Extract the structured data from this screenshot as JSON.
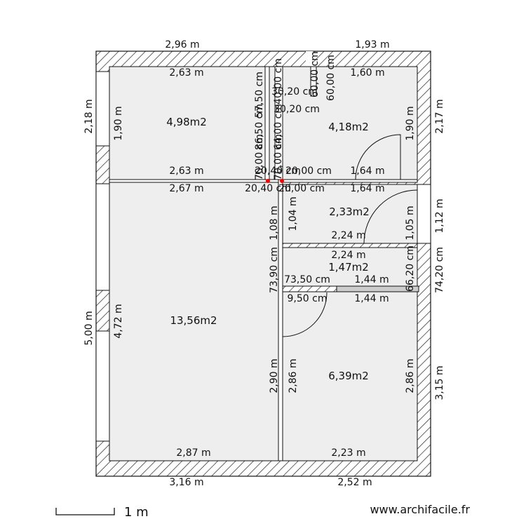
{
  "plan": {
    "rooms": [
      {
        "id": "room-top-left",
        "area": "4,98m2"
      },
      {
        "id": "room-top-right",
        "area": "4,18m2"
      },
      {
        "id": "room-mid-right",
        "area": "2,33m2"
      },
      {
        "id": "room-small-right",
        "area": "1,47m2"
      },
      {
        "id": "room-large-left",
        "area": "13,56m2"
      },
      {
        "id": "room-bottom-right",
        "area": "6,39m2"
      }
    ],
    "dimensions": {
      "top_left_outer": "2,96 m",
      "top_right_outer": "1,93 m",
      "bottom_left_outer": "3,16 m",
      "bottom_right_outer": "2,52 m",
      "left_top_outer": "2,18 m",
      "left_bottom_outer": "5,00 m",
      "right_top_outer": "2,17 m",
      "right_mid_outer": "1,12 m",
      "right_lower_outer": "74,20 cm",
      "right_bottom_outer": "3,15 m",
      "tl_top": "2,63 m",
      "tl_bottom": "2,63 m",
      "tl_left": "1,90 m",
      "tr_top": "1,60 m",
      "tr_bottom": "1,64 m",
      "tr_right": "1,90 m",
      "mr_top": "1,64 m",
      "mr_bottom": "2,24 m",
      "mr_left": "1,04 m",
      "mr_right": "1,05 m",
      "sr_top": "2,24 m",
      "sr_right": "66,20 cm",
      "sr_closet_top": "1,44 m",
      "sr_closet_bottom": "1,44 m",
      "sr_left_top": "73,50 cm",
      "sr_left_bottom": "9,50 cm",
      "ll_top": "2,67 m",
      "ll_bottom": "2,87 m",
      "ll_left": "4,72 m",
      "ll_right_upper": "1,08 m",
      "ll_right_lower": "73,90 cm",
      "ll_right_bottom": "2,90 m",
      "br_bottom": "2,23 m",
      "br_left": "2,86 m",
      "br_right": "2,86 m",
      "corr_w_upper": "20,40 cm",
      "corr_w_lower": "20,40 cm",
      "corr_h1": "20,00 cm",
      "corr_h2": "20,00 cm",
      "corr_v1": "70,00 cm",
      "corr_v2": "70,00 cm",
      "corr_v3": "86,50 cm",
      "corr_v4": "64,00 cm",
      "corr_v5": "57,50 cm",
      "corr_v6": "40,00 cm",
      "notch_a": "60,00 cm",
      "notch_b": "60,00 cm",
      "notch_c": "30,20 cm",
      "notch_d": "30,20 cm"
    },
    "scale": {
      "label": "1 m"
    },
    "watermark": "www.archifacile.fr",
    "colors": {
      "wall_fill": "#ffffff",
      "wall_hatch": "#222222",
      "room_fill": "#eeeeee",
      "line": "#111111",
      "marker": "#ff0000"
    }
  }
}
